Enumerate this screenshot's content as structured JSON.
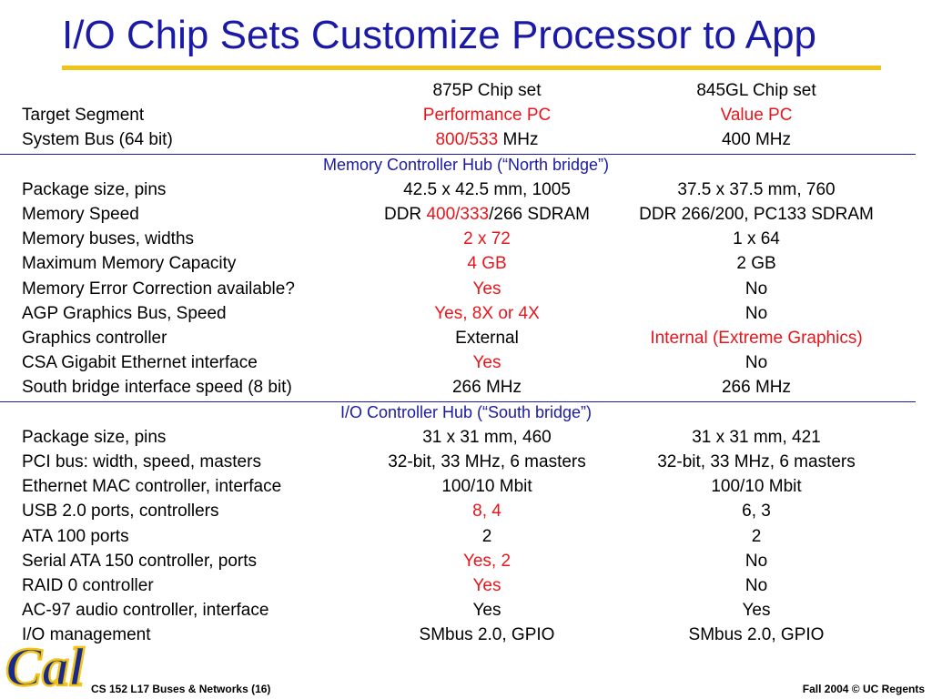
{
  "title": "I/O Chip Sets Customize Processor to App",
  "colors": {
    "title": "#1a1aa6",
    "accent_rule": "#f0c419",
    "highlight": "#e8161c",
    "section": "#1a1aa6"
  },
  "columns": [
    "875P Chip set",
    "845GL Chip set"
  ],
  "rows_top": [
    {
      "label": "Target Segment",
      "c1": [
        {
          "t": "Performance PC",
          "red": true
        }
      ],
      "c2": [
        {
          "t": "Value PC",
          "red": true
        }
      ]
    },
    {
      "label": "System Bus (64 bit)",
      "c1": [
        {
          "t": "800/533",
          "red": true
        },
        {
          "t": " MHz"
        }
      ],
      "c2": [
        {
          "t": "400 MHz"
        }
      ]
    }
  ],
  "section_mch": "Memory Controller Hub (“North bridge”)",
  "rows_mch": [
    {
      "label": "Package size, pins",
      "c1": [
        {
          "t": "42.5 x 42.5 mm, 1005"
        }
      ],
      "c2": [
        {
          "t": "37.5 x 37.5 mm, 760"
        }
      ]
    },
    {
      "label": "Memory Speed",
      "c1": [
        {
          "t": "DDR "
        },
        {
          "t": "400/333",
          "red": true
        },
        {
          "t": "/266 SDRAM"
        }
      ],
      "c2": [
        {
          "t": "DDR 266/200, PC133 SDRAM"
        }
      ]
    },
    {
      "label": "Memory buses, widths",
      "c1": [
        {
          "t": "2 x 72",
          "red": true
        }
      ],
      "c2": [
        {
          "t": "1 x 64"
        }
      ]
    },
    {
      "label": "Maximum Memory Capacity",
      "c1": [
        {
          "t": "4 GB",
          "red": true
        }
      ],
      "c2": [
        {
          "t": "2 GB"
        }
      ]
    },
    {
      "label": "Memory Error Correction available?",
      "c1": [
        {
          "t": "Yes",
          "red": true
        }
      ],
      "c2": [
        {
          "t": "No"
        }
      ]
    },
    {
      "label": "AGP Graphics Bus, Speed",
      "c1": [
        {
          "t": "Yes, 8X or 4X",
          "red": true
        }
      ],
      "c2": [
        {
          "t": "No"
        }
      ]
    },
    {
      "label": "Graphics controller",
      "c1": [
        {
          "t": "External"
        }
      ],
      "c2": [
        {
          "t": "Internal (Extreme Graphics)",
          "red": true
        }
      ]
    },
    {
      "label": "CSA Gigabit Ethernet interface",
      "c1": [
        {
          "t": "Yes",
          "red": true
        }
      ],
      "c2": [
        {
          "t": "No"
        }
      ]
    },
    {
      "label": "South bridge interface speed (8 bit)",
      "c1": [
        {
          "t": "266 MHz"
        }
      ],
      "c2": [
        {
          "t": "266 MHz"
        }
      ]
    }
  ],
  "section_ich": "I/O Controller Hub (“South bridge”)",
  "rows_ich": [
    {
      "label": "Package size, pins",
      "c1": [
        {
          "t": "31 x 31 mm, 460"
        }
      ],
      "c2": [
        {
          "t": "31 x 31 mm, 421"
        }
      ]
    },
    {
      "label": "PCI bus: width, speed, masters",
      "c1": [
        {
          "t": "32-bit, 33 MHz, 6 masters"
        }
      ],
      "c2": [
        {
          "t": "32-bit, 33 MHz, 6 masters"
        }
      ]
    },
    {
      "label": "Ethernet MAC controller, interface",
      "c1": [
        {
          "t": "100/10 Mbit"
        }
      ],
      "c2": [
        {
          "t": "100/10 Mbit"
        }
      ]
    },
    {
      "label": "USB 2.0 ports, controllers",
      "c1": [
        {
          "t": "8, 4",
          "red": true
        }
      ],
      "c2": [
        {
          "t": "6, 3"
        }
      ]
    },
    {
      "label": "ATA 100 ports",
      "c1": [
        {
          "t": "2"
        }
      ],
      "c2": [
        {
          "t": "2"
        }
      ]
    },
    {
      "label": "Serial ATA 150 controller, ports",
      "c1": [
        {
          "t": "Yes, 2",
          "red": true
        }
      ],
      "c2": [
        {
          "t": "No"
        }
      ]
    },
    {
      "label": "RAID 0 controller",
      "c1": [
        {
          "t": "Yes",
          "red": true
        }
      ],
      "c2": [
        {
          "t": "No"
        }
      ]
    },
    {
      "label": "AC-97 audio controller, interface",
      "c1": [
        {
          "t": "Yes"
        }
      ],
      "c2": [
        {
          "t": "Yes"
        }
      ]
    },
    {
      "label": "I/O management",
      "c1": [
        {
          "t": "SMbus 2.0, GPIO"
        }
      ],
      "c2": [
        {
          "t": "SMbus 2.0, GPIO"
        }
      ]
    }
  ],
  "footer": {
    "left": "CS 152 L17 Buses & Networks  (16)",
    "right": "Fall 2004 © UC Regents"
  },
  "logo_text": "Cal"
}
